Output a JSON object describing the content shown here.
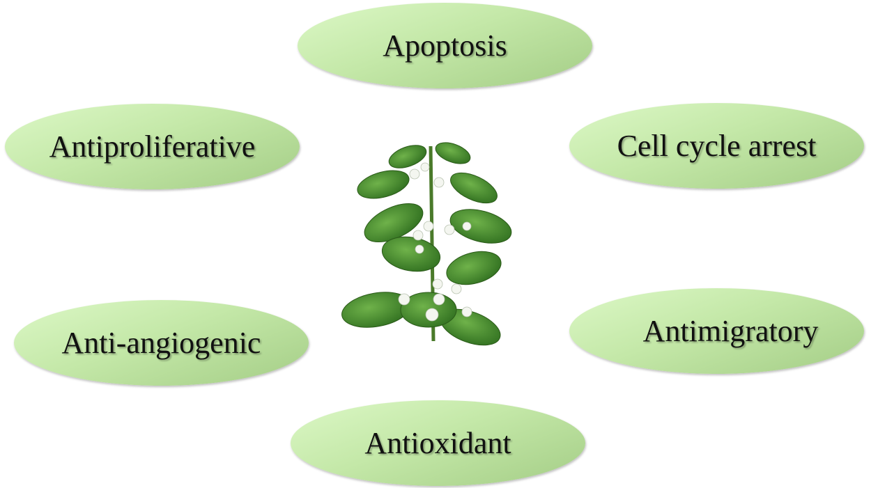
{
  "labels": {
    "top": "Apoptosis",
    "upper_left": "Antiproliferative",
    "upper_right": "Cell cycle arrest",
    "lower_left": "Anti-angiogenic",
    "lower_right": "Antimigratory",
    "bottom": "Antioxidant"
  },
  "colors": {
    "ellipse_light": "#dcf8c6",
    "ellipse_dark": "#a4cd86",
    "leaf": "#3f8a2a"
  }
}
